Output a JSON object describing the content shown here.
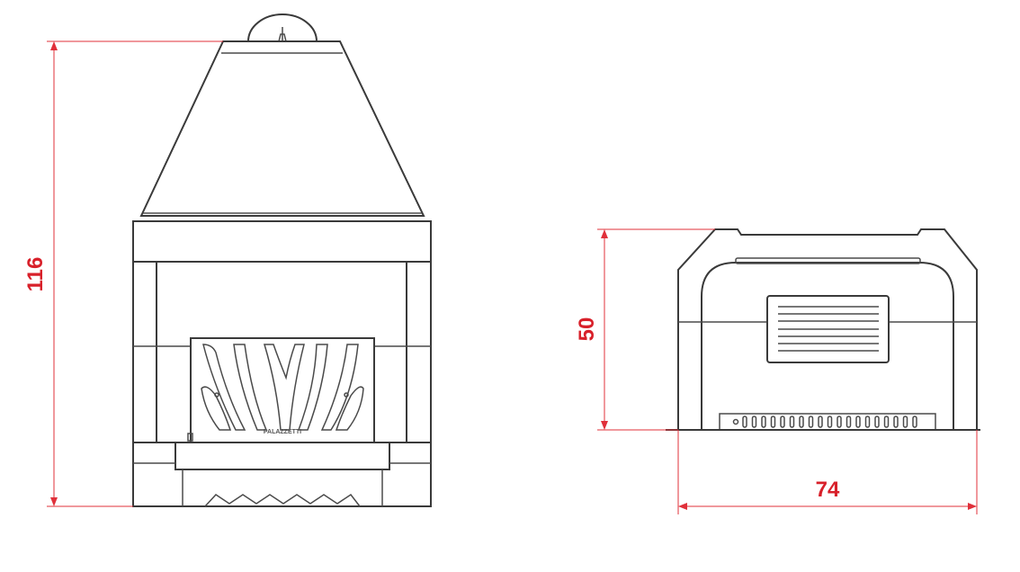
{
  "dimensions": {
    "height": "116",
    "depth": "50",
    "width": "74"
  },
  "front_view": {
    "brand_label": "PALAZZETTI"
  },
  "colors": {
    "dimension": "#d8202a",
    "outline": "#3a3a3a"
  }
}
